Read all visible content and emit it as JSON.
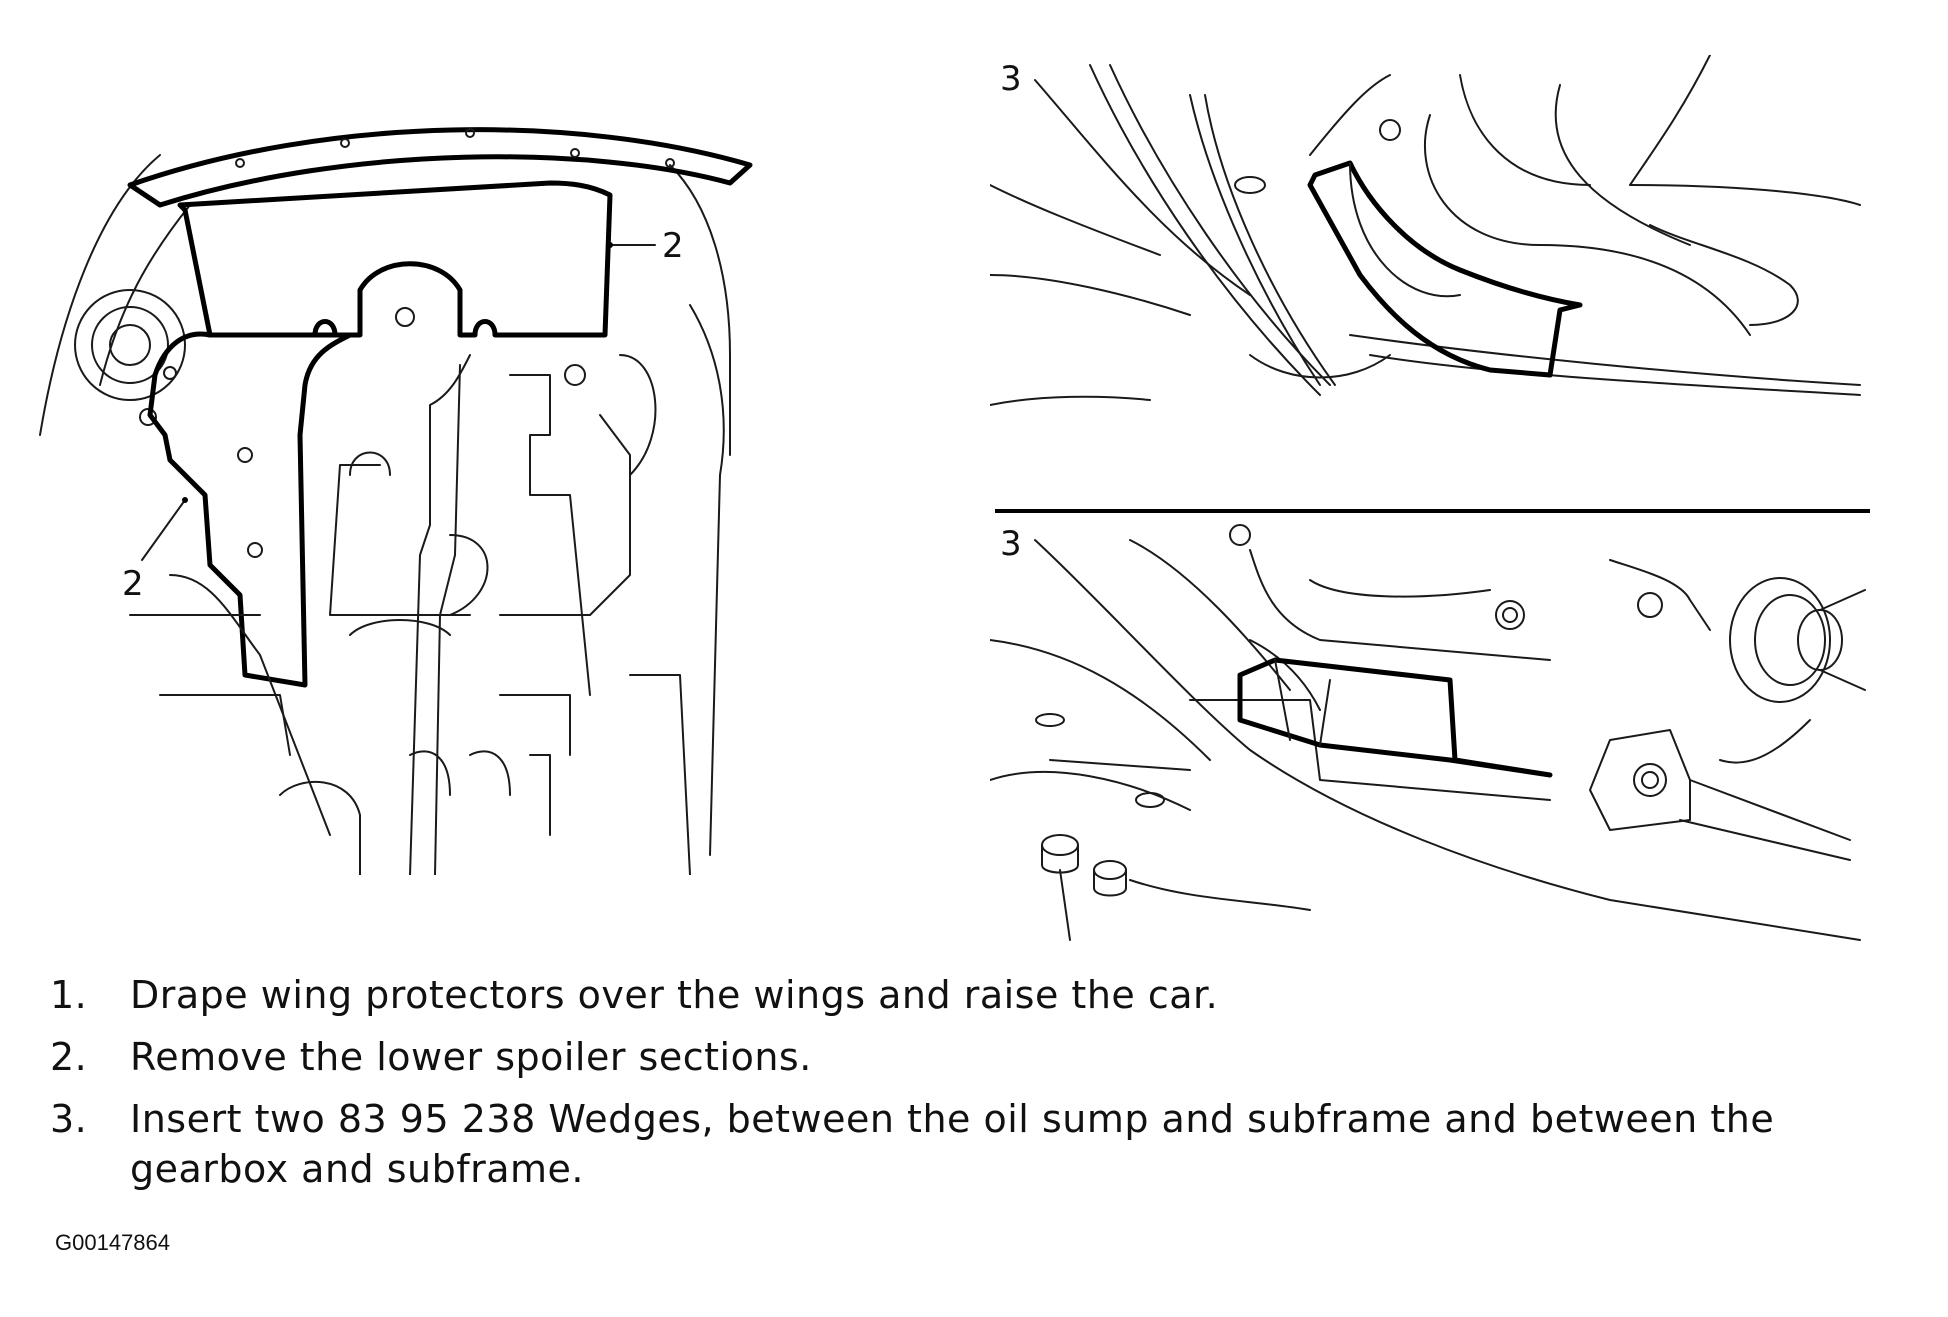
{
  "figures": {
    "left": {
      "callouts": [
        "2",
        "2"
      ]
    },
    "top_right": {
      "callout": "3"
    },
    "bottom_right": {
      "callout": "3"
    }
  },
  "steps": [
    {
      "number": "1.",
      "text": "Drape wing protectors over the wings and raise the car."
    },
    {
      "number": "2.",
      "text": "Remove the lower spoiler sections."
    },
    {
      "number": "3.",
      "text": "Insert two 83 95 238 Wedges, between the oil sump and subframe and between the gearbox and subframe."
    }
  ],
  "figure_id": "G00147864"
}
